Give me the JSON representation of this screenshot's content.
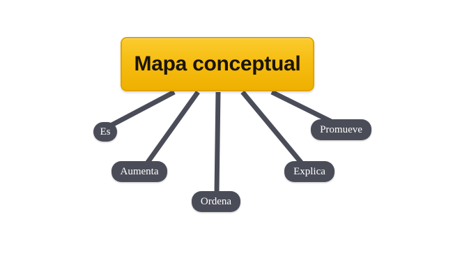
{
  "diagram": {
    "title": "Mapa conceptual",
    "colors": {
      "title_fill": "#f6bd12",
      "title_border": "#e0a400",
      "node_fill": "#4a4c58",
      "link": "#4a4c58"
    },
    "nodes": [
      {
        "id": "es",
        "label": "Es"
      },
      {
        "id": "aumenta",
        "label": "Aumenta"
      },
      {
        "id": "ordena",
        "label": "Ordena"
      },
      {
        "id": "explica",
        "label": "Explica"
      },
      {
        "id": "promueve",
        "label": "Promueve"
      }
    ],
    "edges": [
      {
        "from": "Mapa conceptual",
        "to": "Es"
      },
      {
        "from": "Mapa conceptual",
        "to": "Aumenta"
      },
      {
        "from": "Mapa conceptual",
        "to": "Ordena"
      },
      {
        "from": "Mapa conceptual",
        "to": "Explica"
      },
      {
        "from": "Mapa conceptual",
        "to": "Promueve"
      }
    ]
  }
}
